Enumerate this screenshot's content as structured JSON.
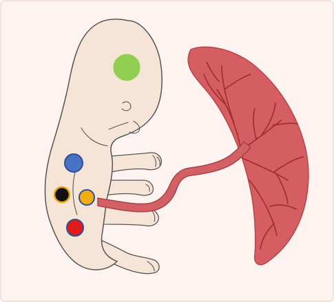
{
  "colors": {
    "background": "#fdf3f1",
    "frame": "#f5e1dc",
    "skin": "#f6e4d6",
    "outline": "#555555",
    "placenta": "#d45e62",
    "placenta_outline": "#b84447",
    "vessel": "#a02a2e",
    "cord": "#d36065",
    "cord_outline": "#a84246"
  },
  "markers": [
    {
      "name": "head-marker",
      "color": "#8fce4e",
      "border": "#8fce4e"
    },
    {
      "name": "blue-marker",
      "color": "#4a72c4",
      "border": "#2d4f97"
    },
    {
      "name": "black-marker",
      "color": "#111111",
      "border": "#e8a800"
    },
    {
      "name": "orange-marker",
      "color": "#f2ad12",
      "border": "#2d4f97"
    },
    {
      "name": "red-marker",
      "color": "#e11a1a",
      "border": "#2d4f97"
    }
  ]
}
